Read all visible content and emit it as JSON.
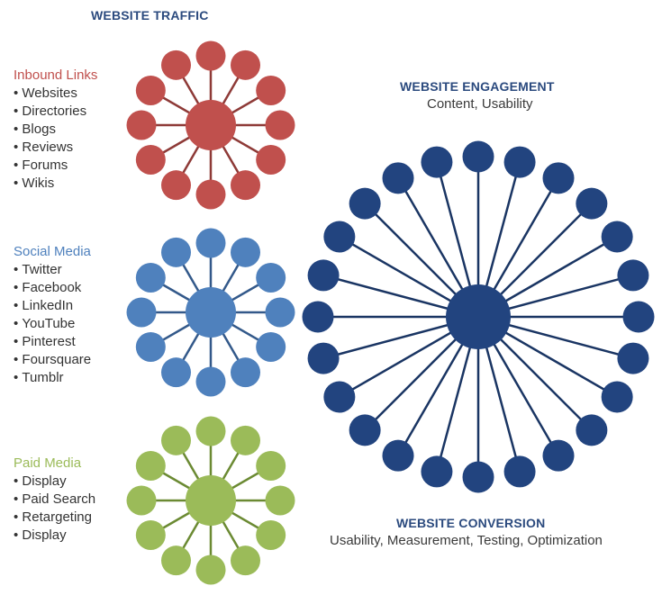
{
  "title": "WEBSITE TRAFFIC",
  "engagement": {
    "title": "WEBSITE ENGAGEMENT",
    "subtitle": "Content, Usability",
    "color": "#22447f"
  },
  "conversion": {
    "title": "WEBSITE CONVERSION",
    "subtitle": "Usability, Measurement, Testing, Optimization"
  },
  "groups": [
    {
      "title": "Inbound Links",
      "color": "#c0504d",
      "line_color": "#8e3a37",
      "items": [
        "Websites",
        "Directories",
        "Blogs",
        "Reviews",
        "Forums",
        "Wikis"
      ]
    },
    {
      "title": "Social Media",
      "color": "#4f81bd",
      "line_color": "#33598a",
      "items": [
        "Twitter",
        "Facebook",
        "LinkedIn",
        "YouTube",
        "Pinterest",
        "Foursquare",
        "Tumblr"
      ]
    },
    {
      "title": "Paid Media",
      "color": "#9bbb59",
      "line_color": "#6b8a33",
      "items": [
        "Display",
        "Paid Search",
        "Retargeting",
        "Display"
      ]
    }
  ]
}
